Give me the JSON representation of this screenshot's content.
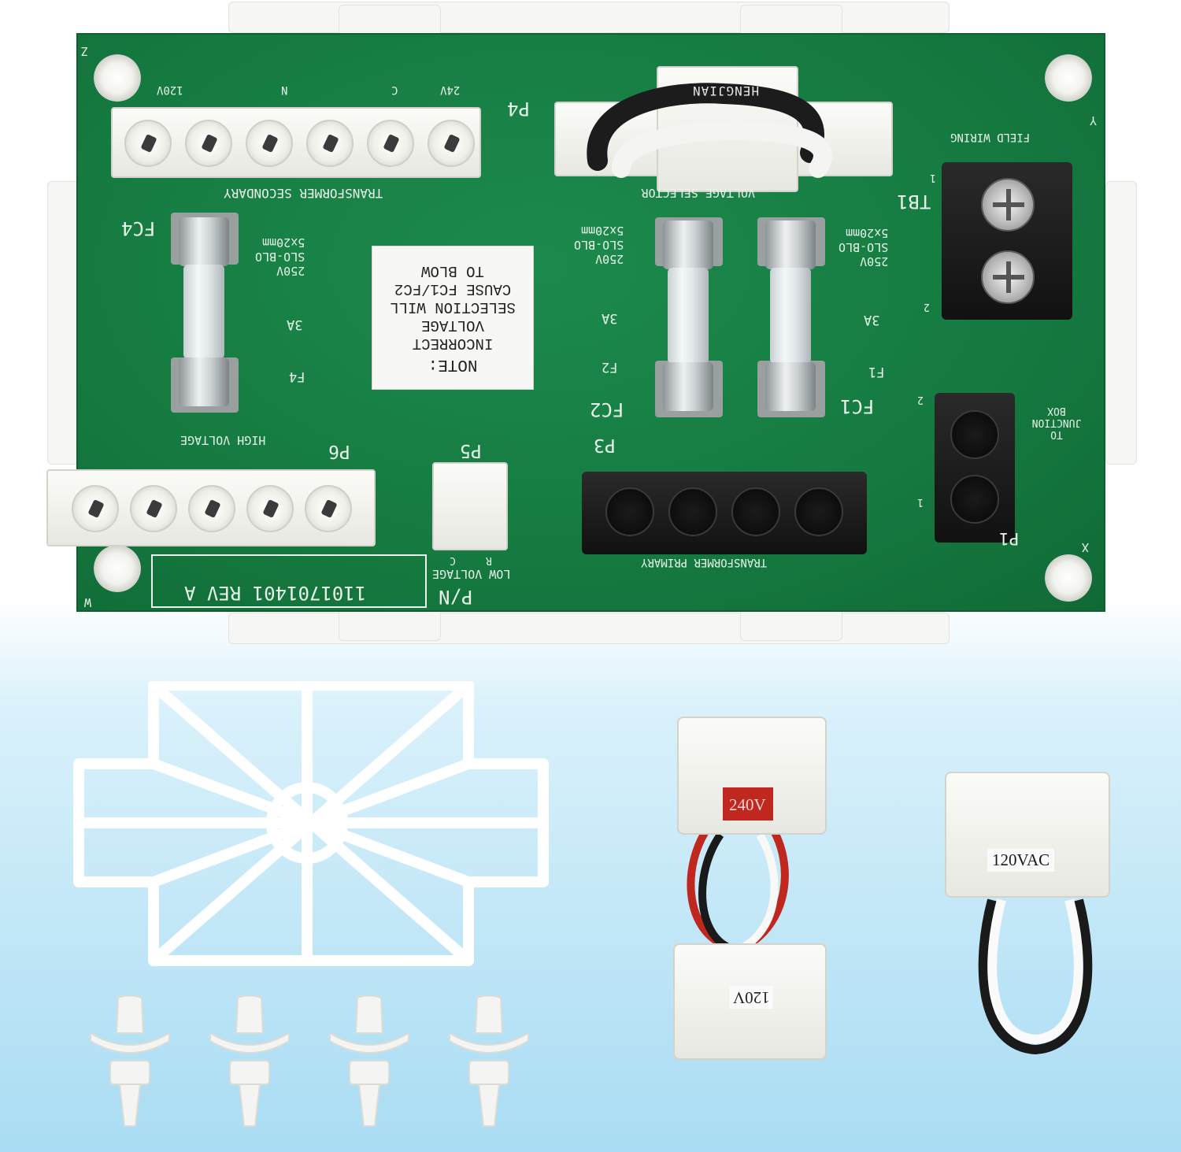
{
  "board": {
    "part_number": "P/N",
    "part_code": "1101701401 REV A",
    "corner_z": "Z",
    "corner_y": "Y",
    "corner_x": "X",
    "corner_w": "W",
    "p4": {
      "ref": "P4",
      "name": "TRANSFORMER SECONDARY",
      "pin_labels": [
        "120V",
        "N",
        "C",
        "24V"
      ]
    },
    "voltage_selector": {
      "name": "VOLTAGE SELECTOR",
      "wire_text": "HENGJIAN"
    },
    "tb1": {
      "ref": "TB1",
      "name": "FIELD WIRING",
      "pin_1": "1",
      "pin_2": "2"
    },
    "fuses": [
      {
        "ref": "F4",
        "holder": "FC4",
        "rating": "3A",
        "spec": [
          "250V",
          "SLO-BLO",
          "5x20mm"
        ]
      },
      {
        "ref": "F2",
        "holder": "FC2",
        "rating": "3A",
        "spec": [
          "250V",
          "SLO-BLO",
          "5x20mm"
        ]
      },
      {
        "ref": "F1",
        "holder": "FC1",
        "rating": "3A",
        "spec": [
          "250V",
          "SLO-BLO",
          "5x20mm"
        ]
      }
    ],
    "note": [
      "NOTE:",
      "INCORRECT",
      "VOLTAGE",
      "SELECTION WILL",
      "CAUSE  FC1/FC2",
      "TO  BLOW"
    ],
    "p6": {
      "ref": "P6",
      "name": "HIGH VOLTAGE"
    },
    "p5": {
      "ref": "P5",
      "name": "LOW VOLTAGE",
      "pin_c": "C",
      "pin_r": "R"
    },
    "p3": {
      "ref": "P3",
      "name": "TRANSFORMER PRIMARY"
    },
    "p1": {
      "ref": "P1",
      "name_lines": [
        "TO",
        "JUNCTION",
        "BOX"
      ],
      "pin_1": "1",
      "pin_2": "2"
    }
  },
  "accessories": {
    "jumper_240": {
      "top_label": "240V",
      "bottom_label": "120V"
    },
    "jumper_120vac": {
      "label": "120VAC"
    }
  },
  "colors": {
    "pcb_green": "#157a40",
    "red_label": "#c0281f",
    "background_blue": "#a9dcf3"
  }
}
